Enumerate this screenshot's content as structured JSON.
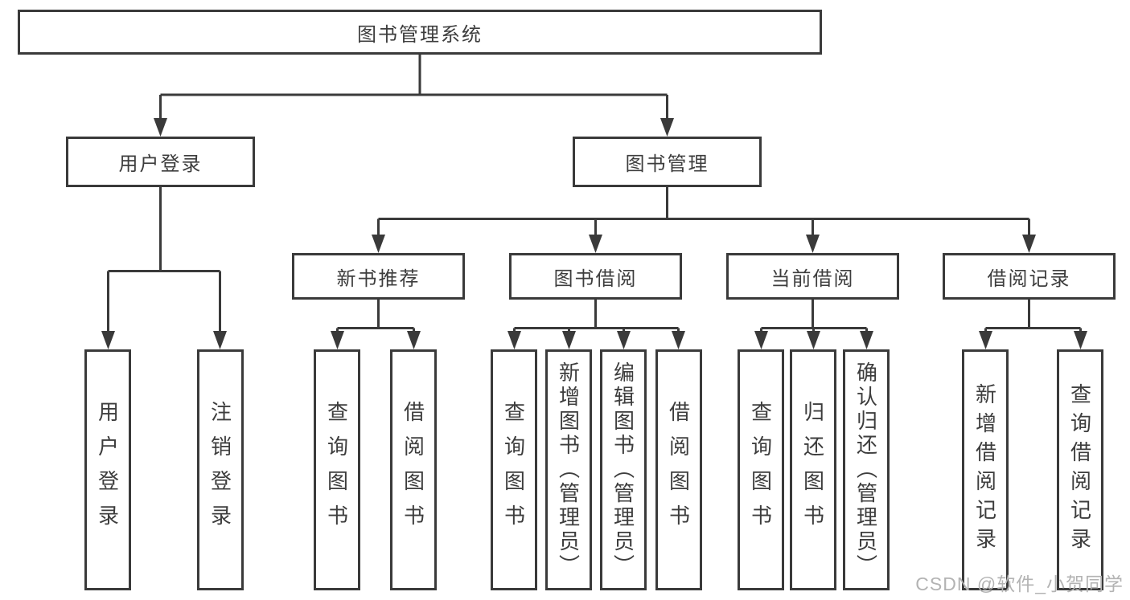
{
  "tree": {
    "root": {
      "label": "图书管理系统"
    },
    "branches": [
      {
        "label": "用户登录",
        "children": [
          {
            "label": "用户登录"
          },
          {
            "label": "注销登录"
          }
        ]
      },
      {
        "label": "图书管理",
        "children": [
          {
            "label": "新书推荐",
            "children": [
              {
                "label": "查询图书"
              },
              {
                "label": "借阅图书"
              }
            ]
          },
          {
            "label": "图书借阅",
            "children": [
              {
                "label": "查询图书"
              },
              {
                "label": "新增图书（管理员）"
              },
              {
                "label": "编辑图书（管理员）"
              },
              {
                "label": "借阅图书"
              }
            ]
          },
          {
            "label": "当前借阅",
            "children": [
              {
                "label": "查询图书"
              },
              {
                "label": "归还图书"
              },
              {
                "label": "确认归还（管理员）"
              }
            ]
          },
          {
            "label": "借阅记录",
            "children": [
              {
                "label": "新增借阅记录"
              },
              {
                "label": "查询借阅记录"
              }
            ]
          }
        ]
      }
    ]
  },
  "watermark": {
    "text": "CSDN @软件_小贺同学"
  },
  "colors": {
    "line": "#3a3a3a",
    "box_border": "#3a3a3a",
    "box_fill": "#ffffff",
    "text": "#3d3d3d",
    "watermark": "#b3b3b3",
    "background": "#ffffff"
  }
}
